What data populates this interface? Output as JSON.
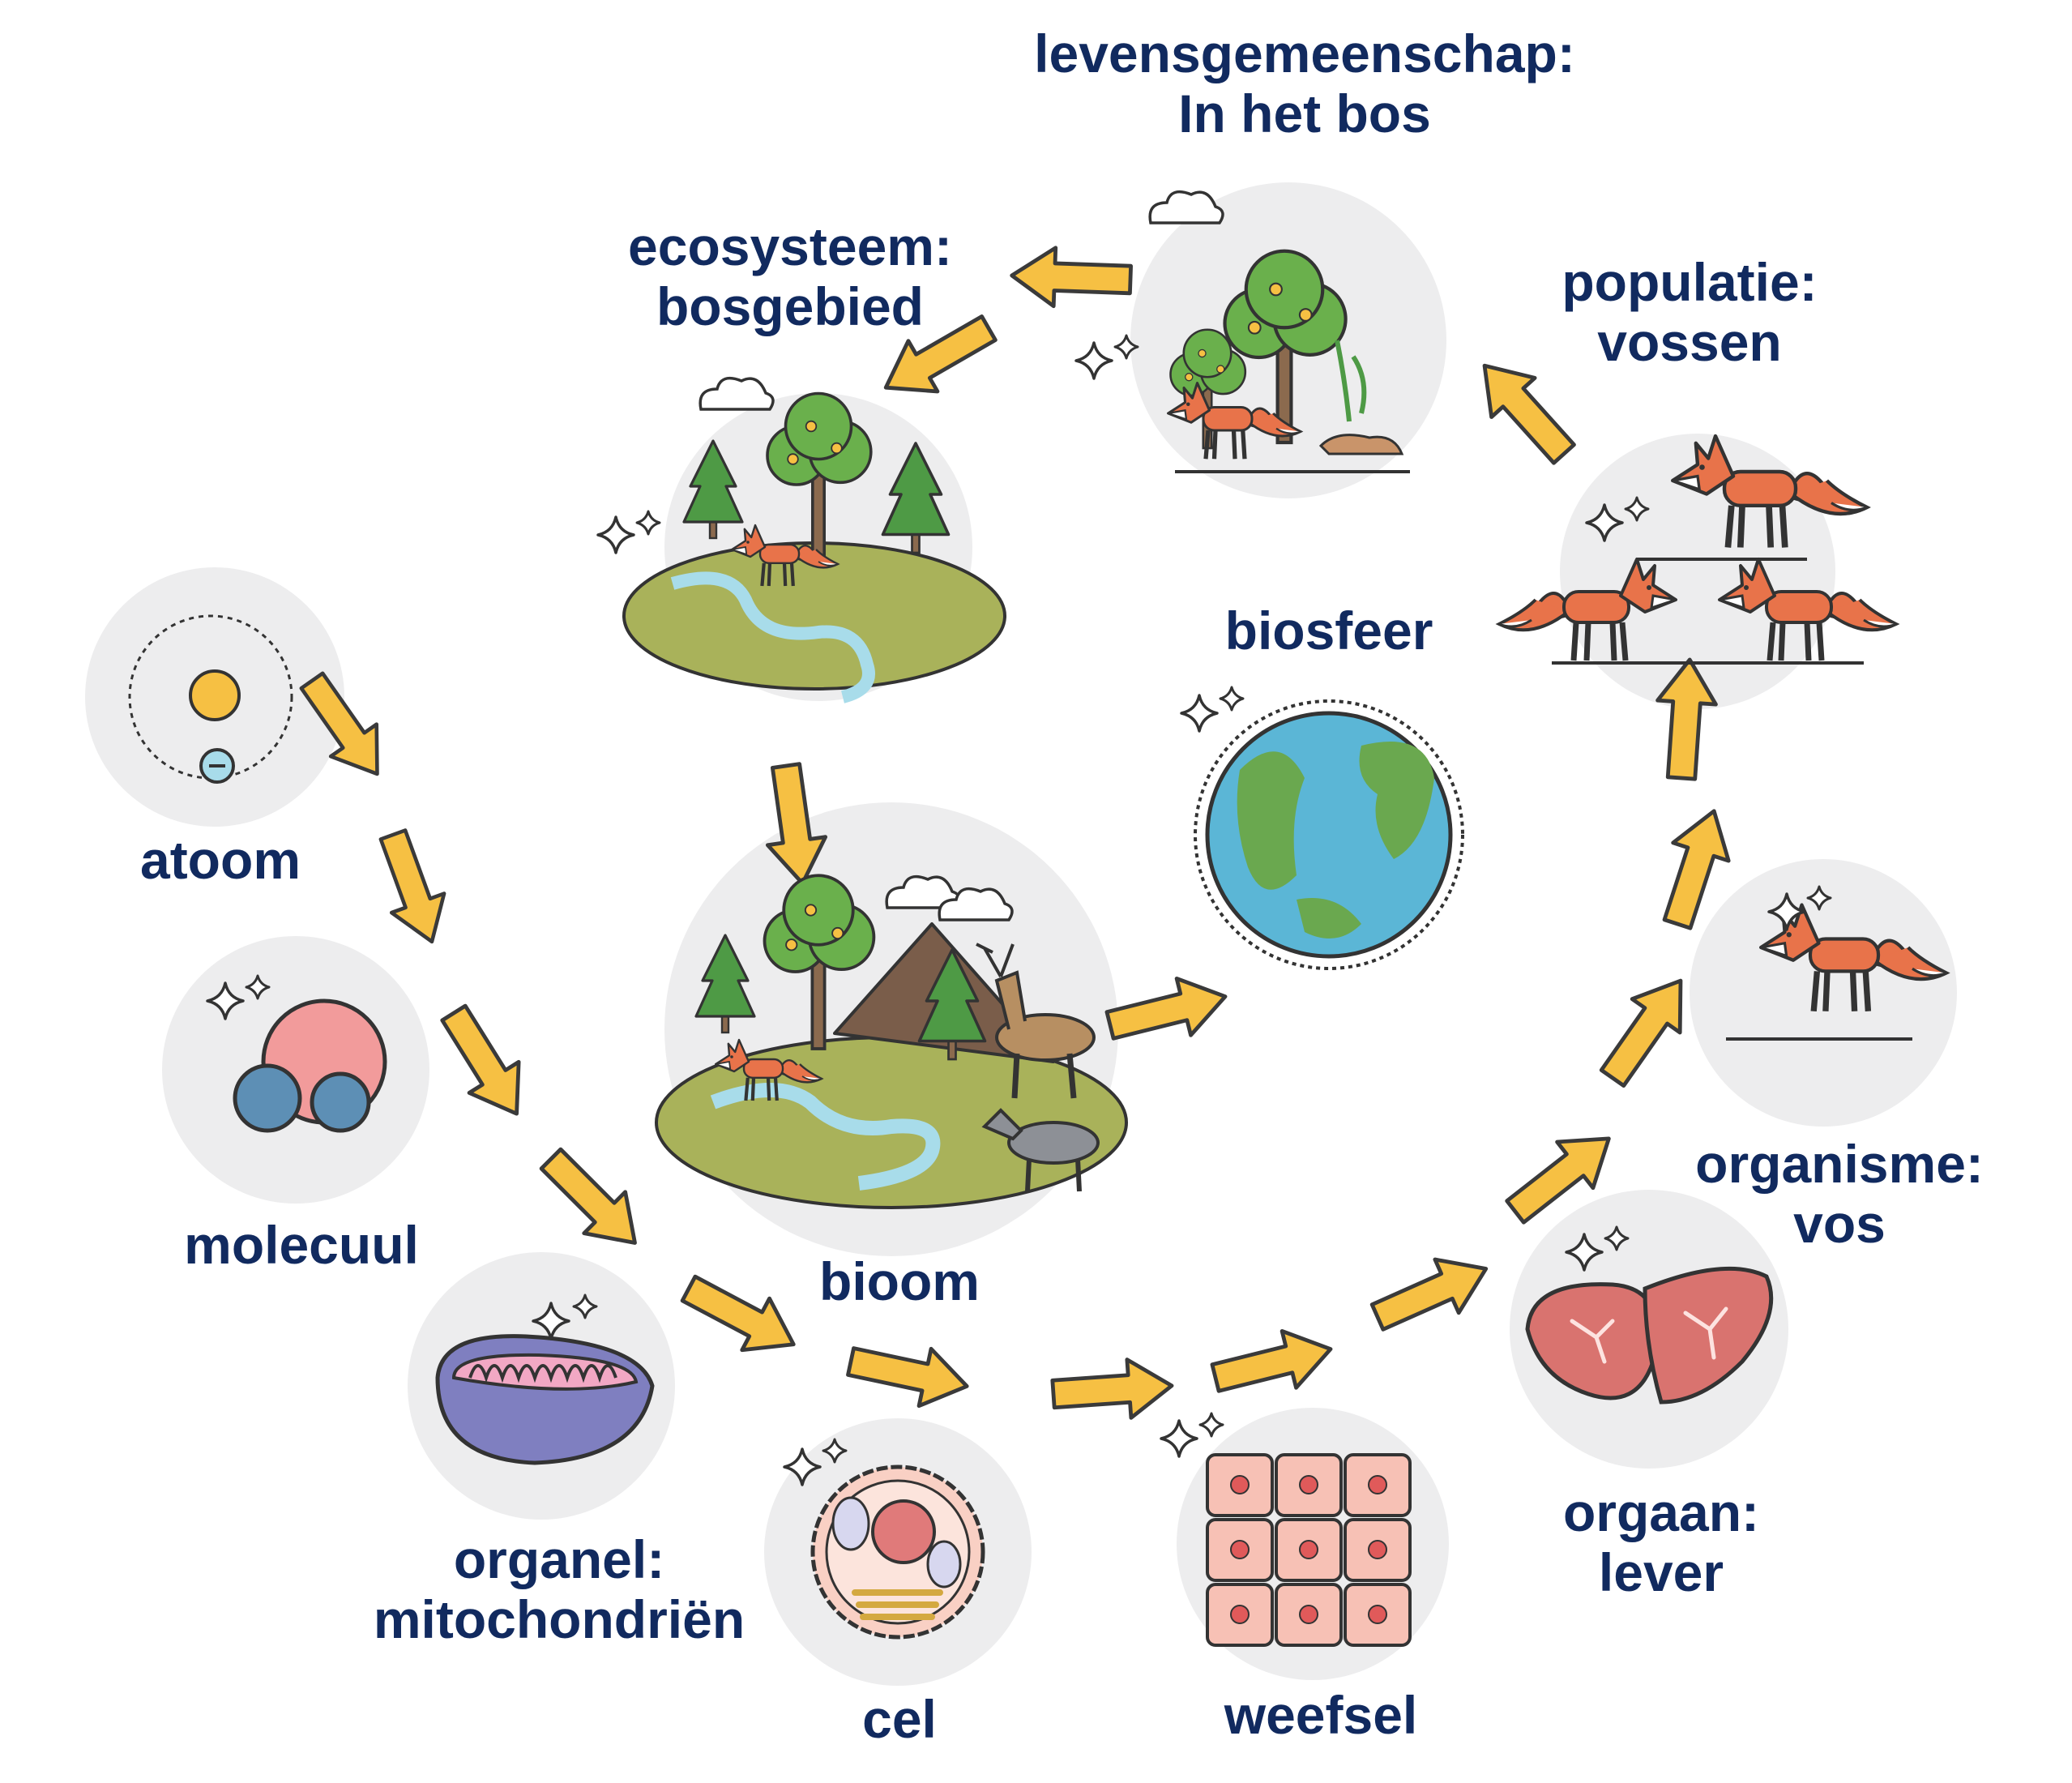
{
  "colors": {
    "label_text": "#112a5f",
    "arrow_fill": "#f6c043",
    "arrow_stroke": "#3a3a3a",
    "circle_bg": "#ededee",
    "fox": "#e8734a",
    "tree_green": "#6ab04c",
    "water": "#a8dcea",
    "earth_ocean": "#5bb6d6",
    "earth_land": "#6aa84f",
    "liver": "#d9736f",
    "tissue": "#f7c1b5",
    "mitochondria": "#7f7fc0",
    "molecule_pink": "#f29b9b",
    "molecule_blue": "#5d8fb5"
  },
  "labels": {
    "atom": "atoom",
    "molecule": "molecuul",
    "organelle_line1": "organel:",
    "organelle_line2": "mitochondriën",
    "cell": "cel",
    "tissue": "weefsel",
    "organ_line1": "orgaan:",
    "organ_line2": "lever",
    "organism_line1": "organisme:",
    "organism_line2": "vos",
    "population_line1": "populatie:",
    "population_line2": "vossen",
    "community_line1": "levensgemeenschap:",
    "community_line2": "In het bos",
    "ecosystem_line1": "ecosysteem:",
    "ecosystem_line2": "bosgebied",
    "biome": "bioom",
    "biosphere": "biosfeer"
  },
  "icons": [
    "atom-icon",
    "molecule-icon",
    "mitochondrion-icon",
    "cell-icon",
    "tissue-icon",
    "liver-icon",
    "fox-icon",
    "fox-population-icon",
    "forest-community-icon",
    "forest-ecosystem-icon",
    "biome-icon",
    "earth-icon",
    "sparkle-icon",
    "arrow-icon"
  ]
}
